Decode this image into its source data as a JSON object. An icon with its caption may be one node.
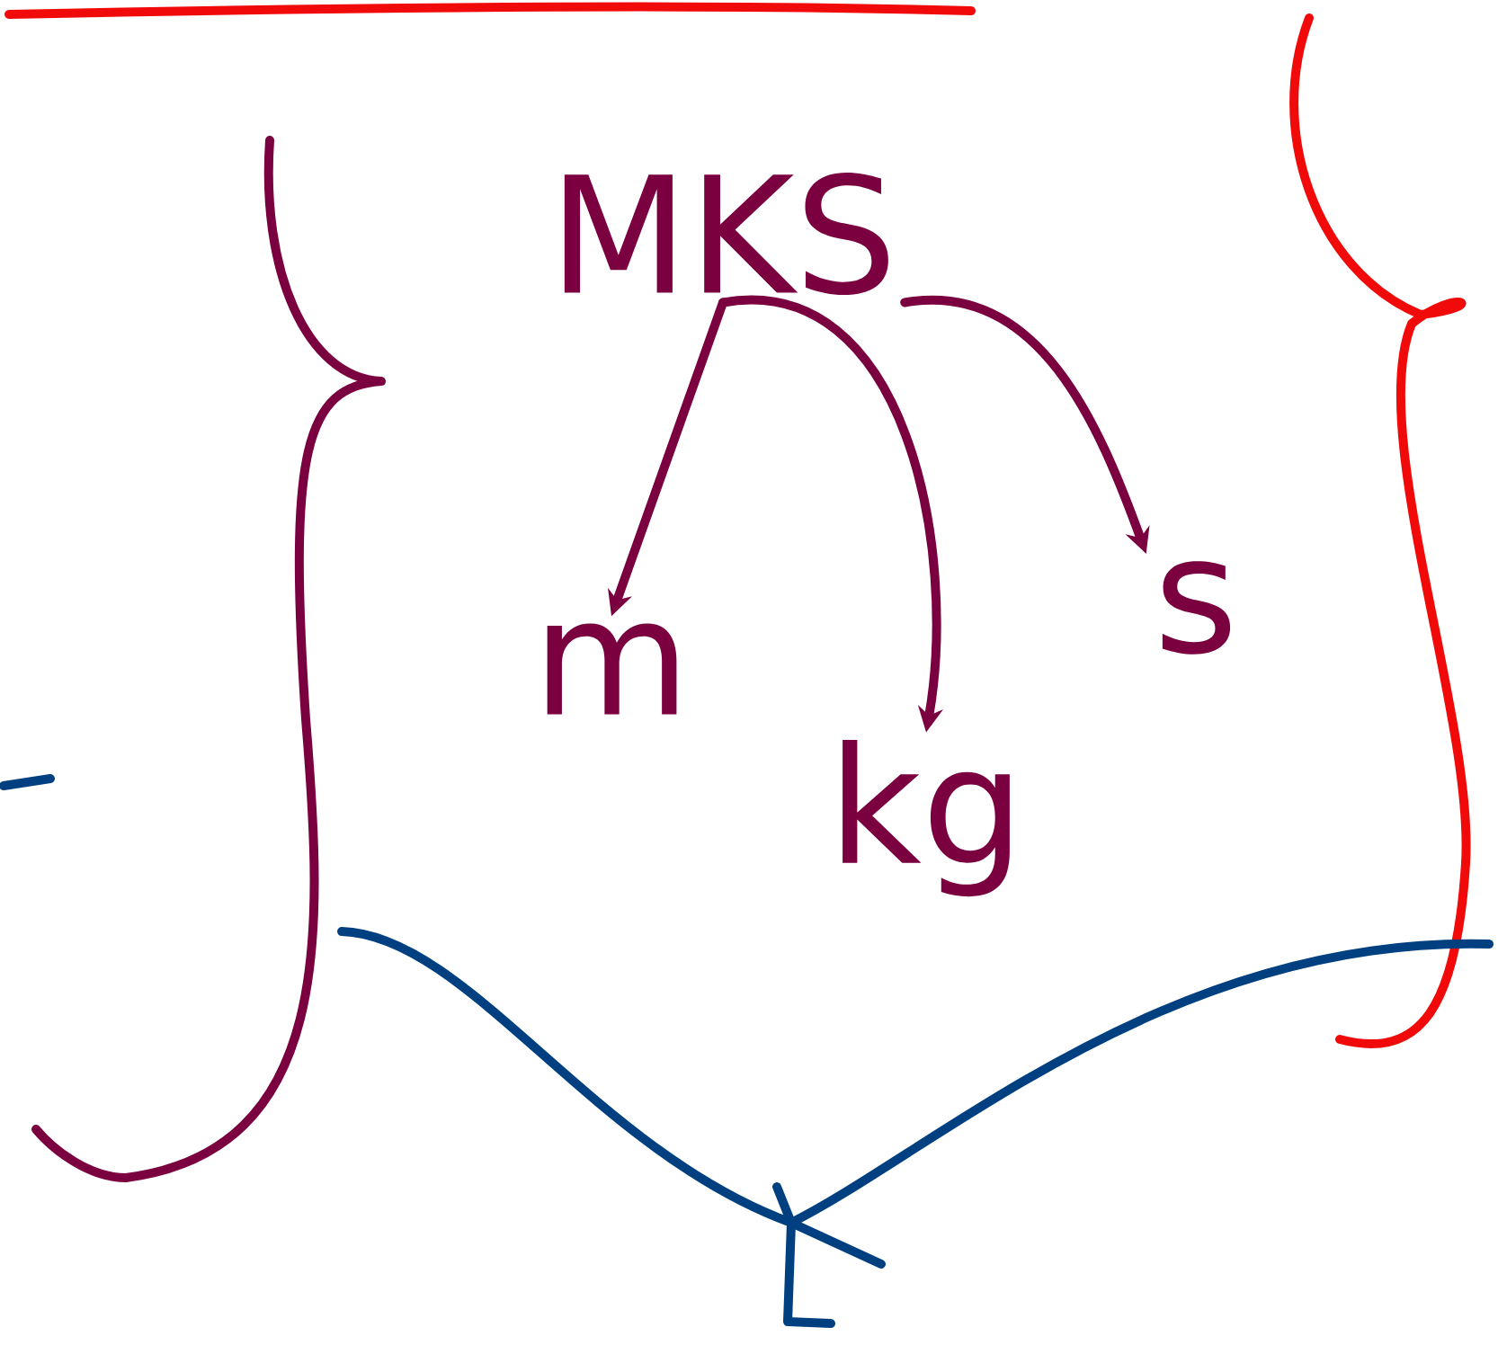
{
  "diagram": {
    "nodes": [
      {
        "text": [
          "MKS"
        ]
      },
      {
        "text": [
          "m"
        ]
      },
      {
        "text": [
          "kg"
        ]
      },
      {
        "text": [
          "s"
        ]
      }
    ],
    "edges": [
      {
        "from": 0,
        "to": 1,
        "arrow": "to"
      },
      {
        "from": 0,
        "to": 2,
        "arrow": "to"
      },
      {
        "from": 0,
        "to": 3,
        "arrow": "to"
      }
    ]
  }
}
